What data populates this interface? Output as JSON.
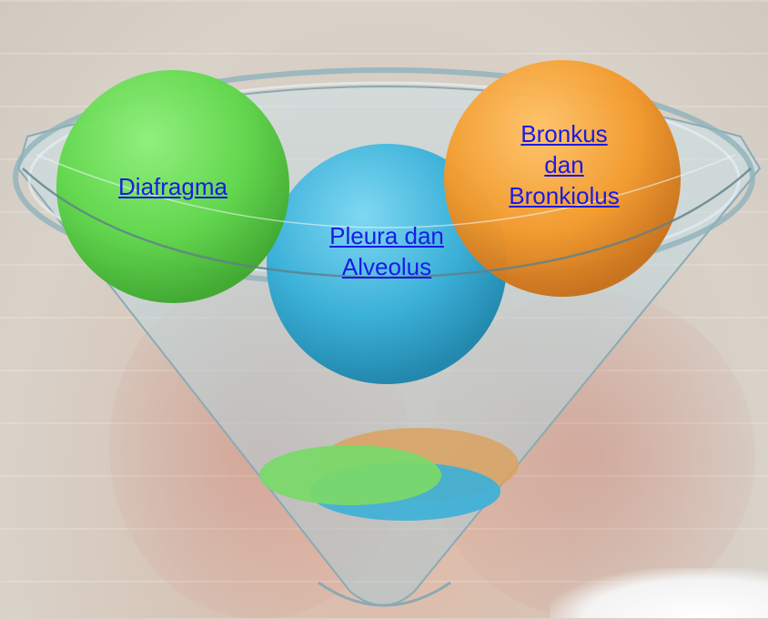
{
  "circles": {
    "diafragma": {
      "label": "Diafragma",
      "color": "#5fd64a"
    },
    "pleura": {
      "label_line1": "Pleura dan",
      "label_line2": "Alveolus",
      "color": "#3bb0d8"
    },
    "bronkus": {
      "label_line1": "Bronkus",
      "label_line2": "dan",
      "label_line3": "Bronkiolus",
      "color": "#f39a2c"
    }
  },
  "colors": {
    "link": "#1a1ae6",
    "funnel": "#b8d4dd"
  }
}
